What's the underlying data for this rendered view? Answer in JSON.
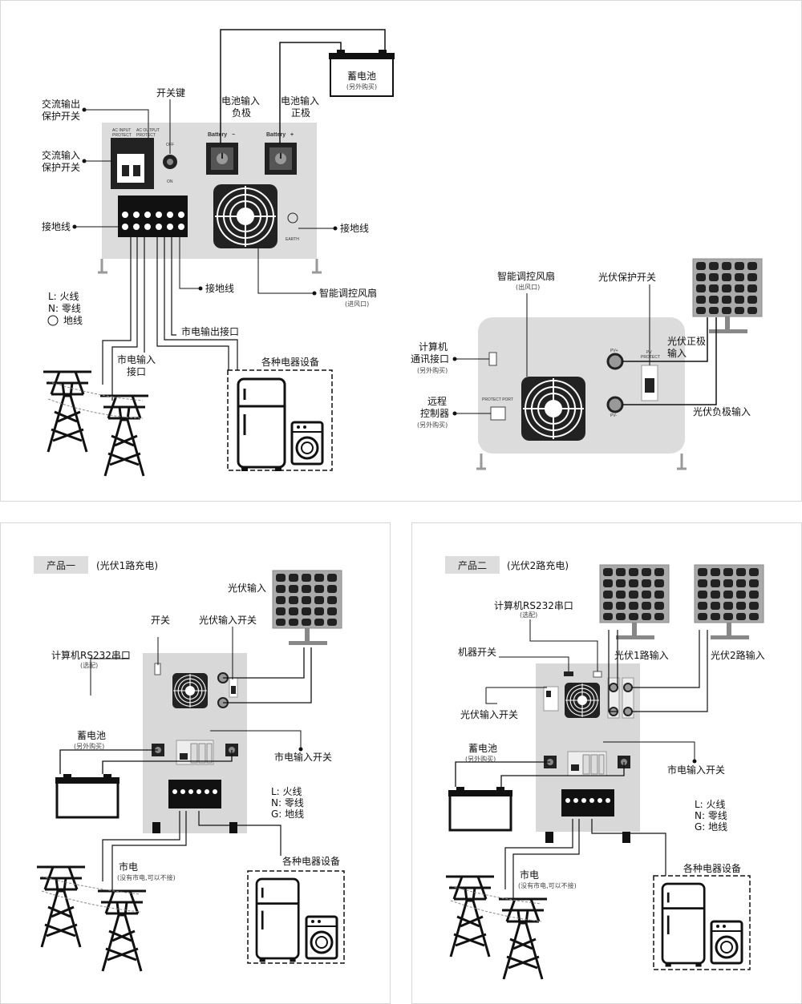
{
  "top_left": {
    "battery_title": "蓄电池",
    "battery_note": "(另外购买)",
    "ac_output_protect": [
      "交流输出",
      "保护开关"
    ],
    "ac_input_protect": [
      "交流输入",
      "保护开关"
    ],
    "switch_key": "开关键",
    "batt_neg": [
      "电池输入",
      "负极"
    ],
    "batt_pos": [
      "电池输入",
      "正极"
    ],
    "panel_ac_input": [
      "AC INPUT",
      "PROTECT"
    ],
    "panel_ac_output": [
      "AC OUTPUT",
      "PROTECT"
    ],
    "panel_off": "OFF",
    "panel_on": "ON",
    "panel_batt_neg": "Battery",
    "panel_batt_pos": "Battery",
    "panel_earth": "EARTH",
    "ground_left": "接地线",
    "ground_right": "接地线",
    "ground_bottom": "接地线",
    "fan": "智能调控风扇",
    "fan_note": "(进风口)",
    "legend": [
      "L: 火线",
      "N: 零线",
      "地线"
    ],
    "mains_in": [
      "市电输入",
      "接口"
    ],
    "mains_out": "市电输出接口",
    "appliances": "各种电器设备"
  },
  "top_right": {
    "fan": "智能调控风扇",
    "fan_note": "(出风口)",
    "pv_protect": "光伏保护开关",
    "pc_comm": [
      "计算机",
      "通讯接口"
    ],
    "pc_comm_note": "(另外购买)",
    "remote": [
      "远程",
      "控制器"
    ],
    "remote_note": "(另外购买)",
    "pv_pos": [
      "光伏正极",
      "输入"
    ],
    "pv_neg": "光伏负极输入",
    "panel_protect_port": "PROTECT PORT",
    "panel_pv_plus": "PV+",
    "panel_pv_minus": "PV-",
    "panel_pv_protect": [
      "PV",
      "PROTECT"
    ]
  },
  "bottom_left": {
    "tag": "产品一",
    "title": "(光伏1路充电)",
    "pv_input": "光伏输入",
    "switch": "开关",
    "pv_switch": "光伏输入开关",
    "rs232": "计算机RS232串口",
    "rs232_note": "(选配)",
    "battery": "蓄电池",
    "battery_note": "(另外购买)",
    "mains_switch": "市电输入开关",
    "legend": [
      "L: 火线",
      "N: 零线",
      "G: 地线"
    ],
    "mains": "市电",
    "mains_note": "(没有市电,可以不接)",
    "appliances": "各种电器设备"
  },
  "bottom_right": {
    "tag": "产品二",
    "title": "(光伏2路充电)",
    "rs232": "计算机RS232串口",
    "rs232_note": "(选配)",
    "machine_switch": "机器开关",
    "pv1": "光伏1路输入",
    "pv2": "光伏2路输入",
    "pv_switch": "光伏输入开关",
    "battery": "蓄电池",
    "battery_note": "(另外购买)",
    "mains_switch": "市电输入开关",
    "legend": [
      "L: 火线",
      "N: 零线",
      "G: 地线"
    ],
    "mains": "市电",
    "mains_note": "(没有市电,可以不接)",
    "appliances": "各种电器设备"
  }
}
